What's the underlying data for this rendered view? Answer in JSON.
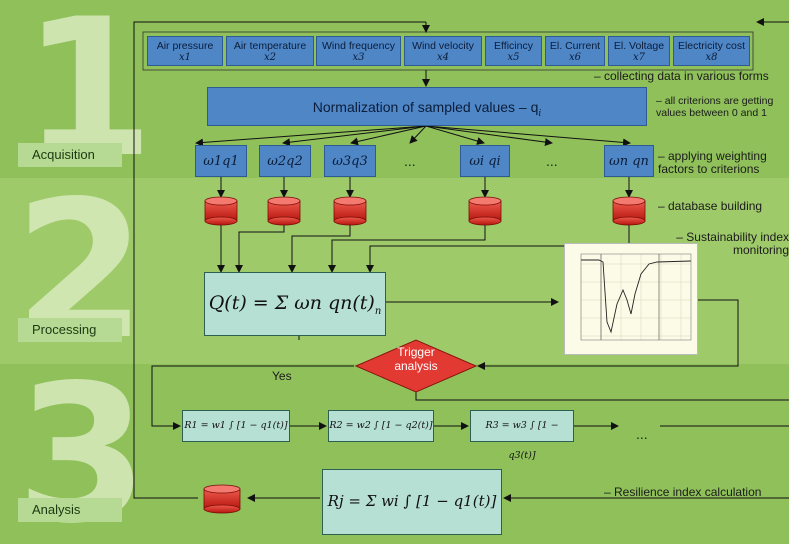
{
  "sections": [
    {
      "number": "1",
      "label": "Acquisition"
    },
    {
      "number": "2",
      "label": "Processing"
    },
    {
      "number": "3",
      "label": "Analysis"
    }
  ],
  "sensors": [
    {
      "name": "Air pressure",
      "var": "x1"
    },
    {
      "name": "Air temperature",
      "var": "x2"
    },
    {
      "name": "Wind frequency",
      "var": "x3"
    },
    {
      "name": "Wind velocity",
      "var": "x4"
    },
    {
      "name": "Efficincy",
      "var": "x5"
    },
    {
      "name": "El. Current",
      "var": "x6"
    },
    {
      "name": "El. Voltage",
      "var": "x7"
    },
    {
      "name": "Electricity cost",
      "var": "x8"
    }
  ],
  "normalization": "Normalization of sampled values – q",
  "normalization_sub": "i",
  "weights": [
    "ω1q1",
    "ω2q2",
    "ω3q3",
    "...",
    "ωi qi",
    "...",
    "ωn qn"
  ],
  "notes": {
    "collect": "– collecting data in various forms",
    "normalize": "– all criterions are getting values between 0 and 1",
    "weighting": "– applying weighting factors to criterions",
    "database": "– database building",
    "monitoring": "– Sustainability index monitoring",
    "resilience": "– Resilience index calculation"
  },
  "q_formula": "Q(t) = Σ ωn qn(t)",
  "q_formula_sub": "n",
  "trigger": {
    "line1": "Trigger",
    "line2": "analysis"
  },
  "yes_label": "Yes",
  "r_formulas": [
    "R1 = w1 ∫ [1 − q1(t)]",
    "R2 = w2 ∫ [1 − q2(t)]",
    "R3 = w3 ∫ [1 − q3(t)]"
  ],
  "r_ellipsis": "...",
  "rj_formula": "Rj = Σ wi ∫ [1 − q1(t)]",
  "colors": {
    "band": "#8fc05a",
    "blue": "#4f86c6",
    "db": "#d8261c",
    "trigger": "#e23a32",
    "teal": "#b7e0d5"
  }
}
